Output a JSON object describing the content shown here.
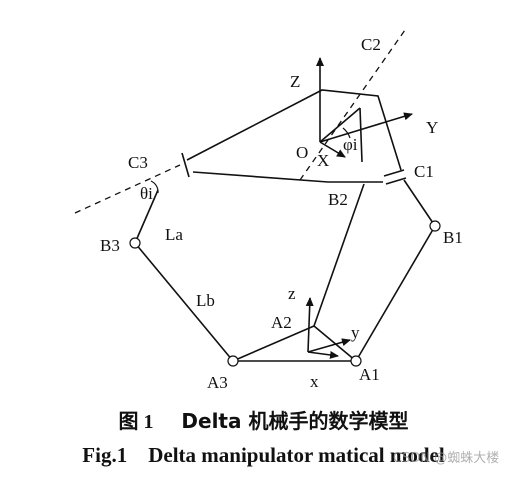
{
  "diagram": {
    "labels": {
      "c2": "C2",
      "z_upper": "Z",
      "y_upper": "Y",
      "o": "O",
      "x_upper": "X",
      "phi": "φi",
      "c3": "C3",
      "theta": "θi",
      "c1": "C1",
      "b2": "B2",
      "b1": "B1",
      "b3": "B3",
      "la": "La",
      "lb": "Lb",
      "z_lower": "z",
      "a2": "A2",
      "y_lower": "y",
      "a3": "A3",
      "a1": "A1",
      "x_lower": "x"
    }
  },
  "caption": {
    "cn_label": "图 1",
    "cn_title": "Delta 机械手的数学模型",
    "en_label": "Fig.1",
    "en_title": "Delta manipulator matical model"
  },
  "watermark": "CSDN @蜘蛛大楼"
}
